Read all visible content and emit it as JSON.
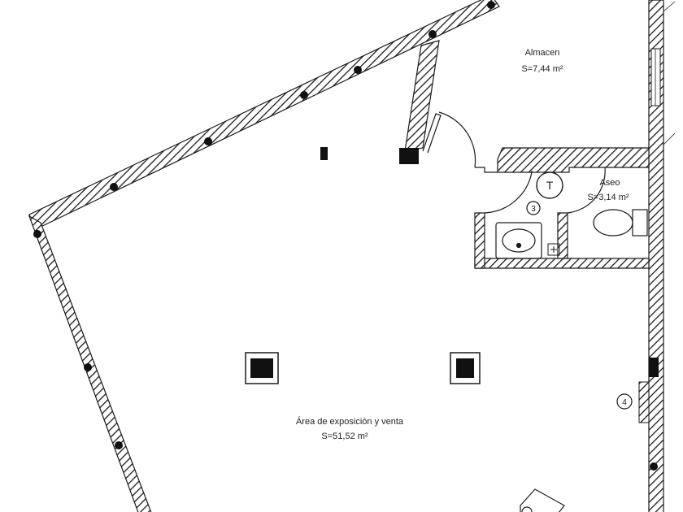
{
  "rooms": {
    "almacen": {
      "name": "Almacen",
      "area": "S=7,44 m²"
    },
    "aseo": {
      "name": "Aseo",
      "area": "S=3,14 m²"
    },
    "area_venta": {
      "name": "Área de exposición y venta",
      "area": "S=51,52 m²"
    }
  },
  "markers": {
    "m3": "3",
    "m4": "4",
    "t": "T"
  },
  "colors": {
    "wall_stroke": "#1a1a1a",
    "hatch": "#1a1a1a",
    "background": "#ffffff"
  }
}
